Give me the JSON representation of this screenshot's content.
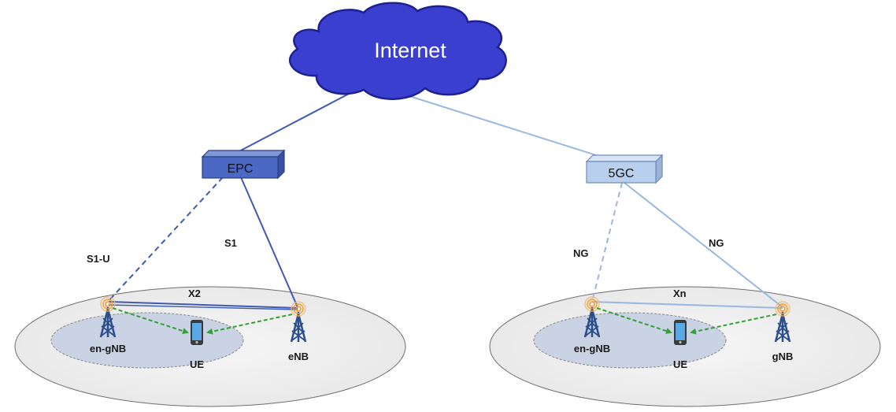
{
  "cloud": {
    "label": "Internet"
  },
  "nodes": {
    "epc": "EPC",
    "core5g": "5GC"
  },
  "left": {
    "interface_s1u": "S1-U",
    "interface_s1": "S1",
    "interface_x2": "X2",
    "en_gnb": "en-gNB",
    "ue": "UE",
    "enb": "eNB"
  },
  "right": {
    "interface_ng_dashed": "NG",
    "interface_ng": "NG",
    "interface_xn": "Xn",
    "en_gnb": "en-gNB",
    "ue": "UE",
    "gnb": "gNB"
  },
  "colors": {
    "cloud_fill": "#3a3fd0",
    "epc_fill": "#4a68c4",
    "core5g_fill": "#b9cfee",
    "link_dark": "#3f5bb0",
    "link_light": "#9ab7e0",
    "green_arrow": "#35a035",
    "tower": "#2a4e8c",
    "antenna_ring": "#f39a2d"
  }
}
